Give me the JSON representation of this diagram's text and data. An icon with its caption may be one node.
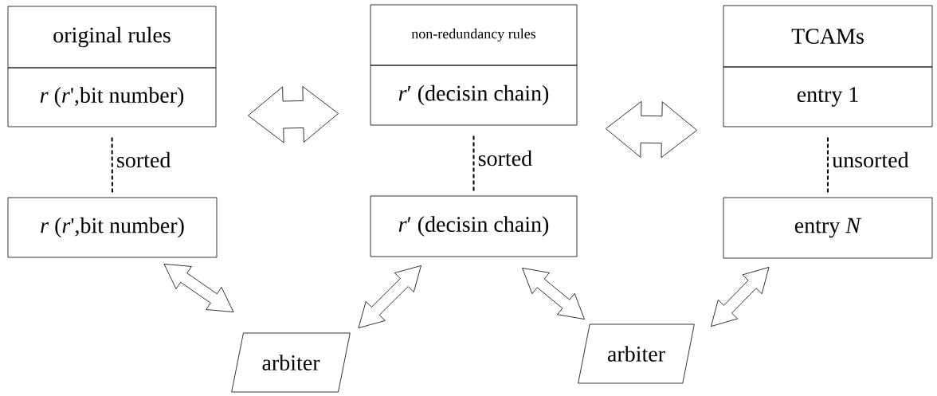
{
  "diagram": {
    "nodes": [
      {
        "text": [
          "original rules"
        ]
      },
      {
        "text": [
          "*r* (*r*',bit number)"
        ]
      },
      {
        "text": [
          "*r* (*r*',bit number)"
        ]
      },
      {
        "text": [
          "non-redundancy rules"
        ]
      },
      {
        "text": [
          "*r*′ (decisin chain)"
        ]
      },
      {
        "text": [
          "*r*′ (decisin chain)"
        ]
      },
      {
        "text": [
          "TCAMs"
        ]
      },
      {
        "text": [
          "entry 1"
        ]
      },
      {
        "text": [
          "entry *N*"
        ]
      },
      {
        "text": [
          "arbiter"
        ]
      },
      {
        "text": [
          "arbiter"
        ]
      }
    ],
    "edges": [
      {
        "from": 1,
        "to": 2,
        "arrow": "none",
        "style": "dashed",
        "label": "sorted"
      },
      {
        "from": 4,
        "to": 5,
        "arrow": "none",
        "style": "dashed",
        "label": "sorted"
      },
      {
        "from": 7,
        "to": 8,
        "arrow": "none",
        "style": "dashed",
        "label": "unsorted"
      },
      {
        "from": 1,
        "to": 4,
        "arrow": "both"
      },
      {
        "from": 4,
        "to": 7,
        "arrow": "both"
      },
      {
        "from": 2,
        "to": 9,
        "arrow": "both"
      },
      {
        "from": 9,
        "to": 5,
        "arrow": "both"
      },
      {
        "from": 5,
        "to": 10,
        "arrow": "both"
      },
      {
        "from": 10,
        "to": 8,
        "arrow": "both"
      }
    ]
  }
}
